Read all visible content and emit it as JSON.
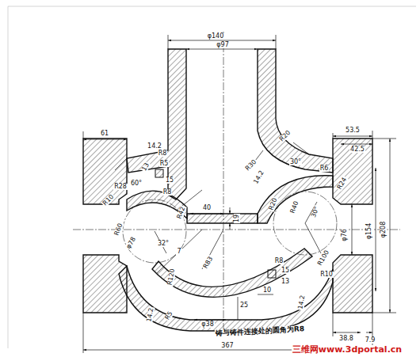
{
  "diagram": {
    "labels": [
      "φ140",
      "φ97",
      "61",
      "14.2",
      "R8",
      "13",
      "R5",
      "15",
      "60°",
      "R28",
      "R8",
      "R10",
      "R30",
      "14.2",
      "R20",
      "30°",
      "R6",
      "53.5",
      "42.5",
      "R24",
      "R42",
      "40",
      "R20",
      "R40",
      "30°",
      "R60",
      "φ78",
      "32°",
      "19",
      "φ76",
      "φ154",
      "φ208",
      "R100",
      "R120",
      "R83",
      "R8",
      "15",
      "13",
      "R10",
      "10",
      "25",
      "14.2",
      "R5",
      "14.2",
      "φ38",
      "7",
      "铸与铸件连接处的圆角为R8",
      "38.8",
      "7.9",
      "367",
      "三维网www.3dportal.cn"
    ]
  }
}
